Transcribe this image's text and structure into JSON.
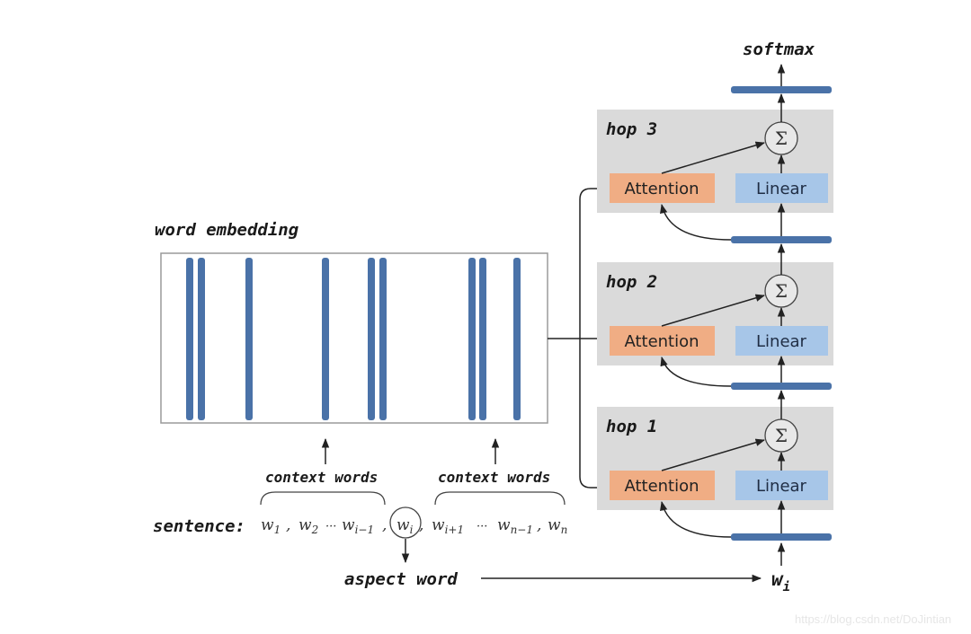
{
  "colors": {
    "bar": "#4a72a8",
    "hop_bg": "#dadada",
    "attention": "#f0ad84",
    "linear": "#a7c6e8",
    "line": "#222222",
    "box_border": "#9a9a9a"
  },
  "embedding": {
    "title": "word embedding",
    "bar_count": 9
  },
  "sentence": {
    "label": "sentence:",
    "left_context_label": "context words",
    "right_context_label": "context words",
    "tokens": [
      {
        "base": "w",
        "sub": "1",
        "sep": ","
      },
      {
        "base": "w",
        "sub": "2",
        "sep": "..."
      },
      {
        "base": "w",
        "sub": "i−1",
        "sep": ","
      },
      {
        "base": "w",
        "sub": "i",
        "sep": ",",
        "circled": true
      },
      {
        "base": "w",
        "sub": "i+1",
        "sep": "..."
      },
      {
        "base": "w",
        "sub": "n−1",
        "sep": ","
      },
      {
        "base": "w",
        "sub": "n",
        "sep": ""
      }
    ],
    "aspect_label": "aspect word"
  },
  "memory_network": {
    "output_label": "softmax",
    "input_label": {
      "base": "w",
      "sub": "i"
    },
    "sum_symbol": "Σ",
    "hops": [
      {
        "label": "hop 3",
        "attention": "Attention",
        "linear": "Linear"
      },
      {
        "label": "hop 2",
        "attention": "Attention",
        "linear": "Linear"
      },
      {
        "label": "hop 1",
        "attention": "Attention",
        "linear": "Linear"
      }
    ]
  },
  "watermark": "https://blog.csdn.net/DoJintian"
}
